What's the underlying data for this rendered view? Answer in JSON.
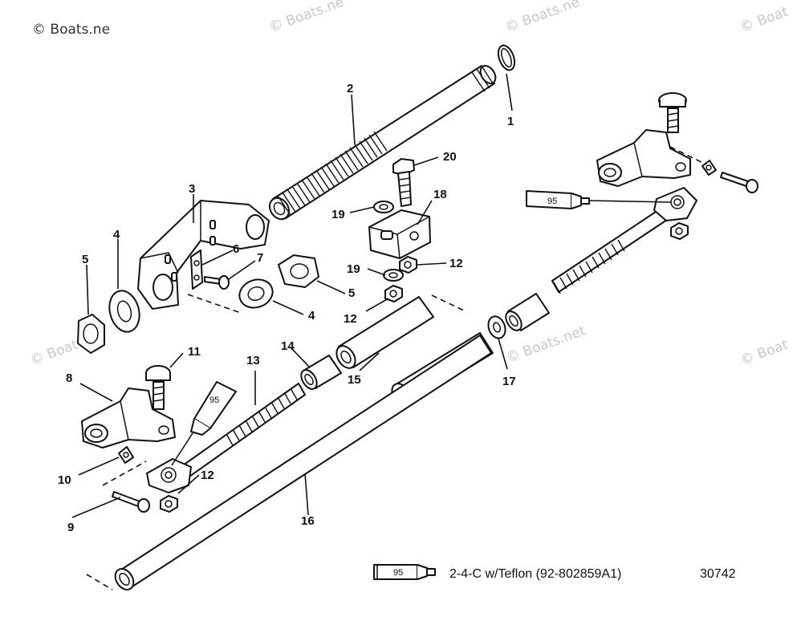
{
  "watermark": {
    "text_main": "© Boats.net",
    "text_short": "© Boat",
    "text_faint": "© Boats.ne"
  },
  "callouts": {
    "c1": "1",
    "c2": "2",
    "c3": "3",
    "c4a": "4",
    "c4b": "4",
    "c5a": "5",
    "c5b": "5",
    "c6": "6",
    "c7": "7",
    "c8": "8",
    "c9": "9",
    "c10": "10",
    "c11": "11",
    "c12a": "12",
    "c12b": "12",
    "c12c": "12",
    "c13": "13",
    "c14": "14",
    "c15": "15",
    "c16": "16",
    "c17": "17",
    "c18": "18",
    "c19a": "19",
    "c19b": "19",
    "c20": "20"
  },
  "tube_labels": {
    "t1": "95",
    "t2": "95",
    "t3": "95"
  },
  "legend": {
    "lubricant_text": "2-4-C w/Teflon (92-802859A1)",
    "diagram_number": "30742"
  },
  "colors": {
    "line": "#111111",
    "watermark": "#c8c8c8",
    "background": "#ffffff"
  }
}
